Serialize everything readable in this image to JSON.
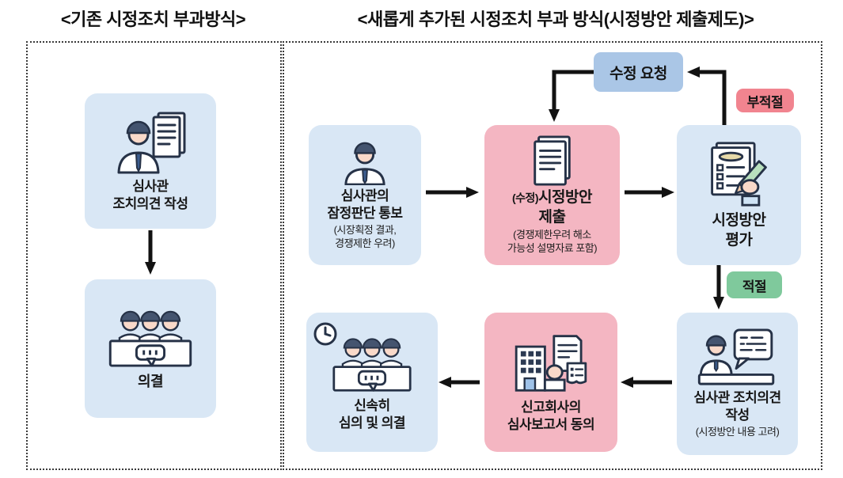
{
  "titles": {
    "left": "<기존 시정조치 부과방식>",
    "right": "<새롭게 추가된 시정조치 부과 방식(시정방안 제출제도)>"
  },
  "left_panel": {
    "steps": [
      {
        "icon": "examiner-documents-icon",
        "lines": [
          "심사관",
          "조치의견 작성"
        ]
      },
      {
        "icon": "committee-icon",
        "lines": [
          "의결"
        ]
      }
    ]
  },
  "right_panel": {
    "badges": {
      "revision_request": "수정 요청",
      "inadequate": "부적절",
      "adequate": "적절"
    },
    "steps": {
      "step1": {
        "icon": "examiner-icon",
        "title_lines": [
          "심사관의",
          "잠정판단 통보"
        ],
        "subtitle_lines": [
          "(시장획정 결과,",
          "경쟁제한 우려)"
        ]
      },
      "step2": {
        "icon": "documents-icon",
        "prefix": "(수정)",
        "title_line1": "시정방안",
        "title_line2": "제출",
        "subtitle_lines": [
          "(경쟁제한우려 해소",
          "가능성 설명자료 포함)"
        ]
      },
      "step3": {
        "icon": "checklist-pencil-icon",
        "title_lines": [
          "시정방안",
          "평가"
        ]
      },
      "step4": {
        "icon": "committee-clock-icon",
        "title_lines": [
          "신속히",
          "심의 및 의결"
        ]
      },
      "step5": {
        "icon": "company-report-icon",
        "title_lines": [
          "신고회사의",
          "심사보고서 동의"
        ]
      },
      "step6": {
        "icon": "examiner-opinion-icon",
        "title_lines": [
          "심사관 조치의견",
          "작성"
        ],
        "subtitle_lines": [
          "(시정방안 내용 고려)"
        ]
      }
    }
  },
  "colors": {
    "light_blue_box": "#d9e7f5",
    "medium_blue_badge": "#aac6e6",
    "pink_box": "#f4b6c2",
    "red_badge": "#f1848f",
    "green_badge": "#7fc99c",
    "arrow": "#121212"
  }
}
